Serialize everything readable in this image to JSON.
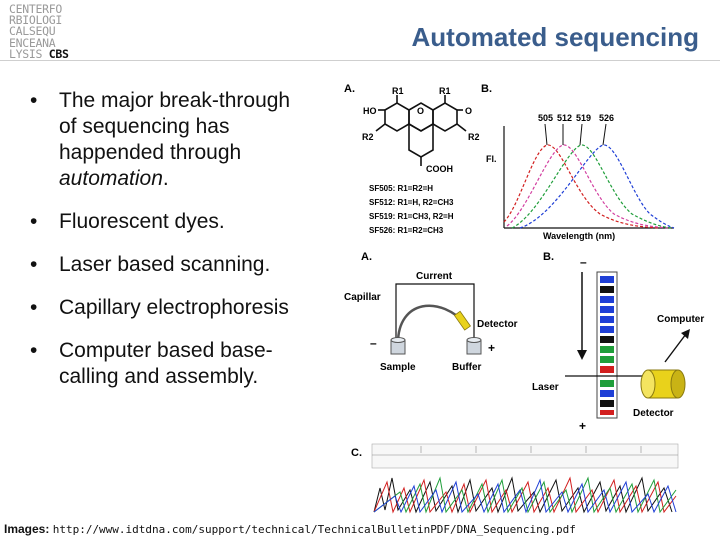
{
  "logo": {
    "lines": [
      "CENTERFO",
      "RBIOLOGI",
      "CALSEQU",
      "ENCEANA",
      "LYSIS"
    ],
    "brand": "CBS"
  },
  "slide": {
    "title": "Automated sequencing"
  },
  "bullets": [
    {
      "lead": "The major break-through",
      "lines": [
        "of sequencing has",
        "happended through"
      ],
      "emphasis": "automation",
      "tail": "."
    },
    {
      "lead": "Fluorescent dyes."
    },
    {
      "lead": "Laser based scanning."
    },
    {
      "lead": "Capillary electrophoresis"
    },
    {
      "lead": "Computer based base-",
      "lines": [
        "calling and assembly."
      ]
    }
  ],
  "figure": {
    "panel_a_top": {
      "label": "A.",
      "r1_left": "R1",
      "r1_right": "R1",
      "ho": "HO",
      "o_ring": "O",
      "o_ket": "O",
      "r2_left": "R2",
      "r2_right": "R2",
      "cooh": "COOH",
      "dyes": [
        "SF505: R1=R2=H",
        "SF512: R1=H, R2=CH3",
        "SF519: R1=CH3, R2=H",
        "SF526: R1=R2=CH3"
      ]
    },
    "panel_b_top": {
      "label": "B.",
      "peaks": [
        "505",
        "512",
        "519",
        "526"
      ],
      "ylabel": "Fl.",
      "xlabel": "Wavelength (nm)"
    },
    "panel_a_mid": {
      "label": "A.",
      "current": "Current",
      "capillar": "Capillar",
      "detector": "Detector",
      "minus": "–",
      "plus": "+",
      "sample": "Sample",
      "buffer": "Buffer"
    },
    "panel_b_mid": {
      "label": "B.",
      "minus": "–",
      "plus": "+",
      "computer": "Computer",
      "laser": "Laser",
      "detector": "Detector"
    },
    "panel_c": {
      "label": "C."
    }
  },
  "colors": {
    "title": "#3a5d8c",
    "blue": "#1f3fd6",
    "green": "#1f9e3a",
    "red": "#d21f1f",
    "black": "#111111",
    "yellow": "#e9d21b"
  },
  "credit": {
    "label": "Images:",
    "url": "http://www.idtdna.com/support/technical/TechnicalBulletinPDF/DNA_Sequencing.pdf"
  }
}
